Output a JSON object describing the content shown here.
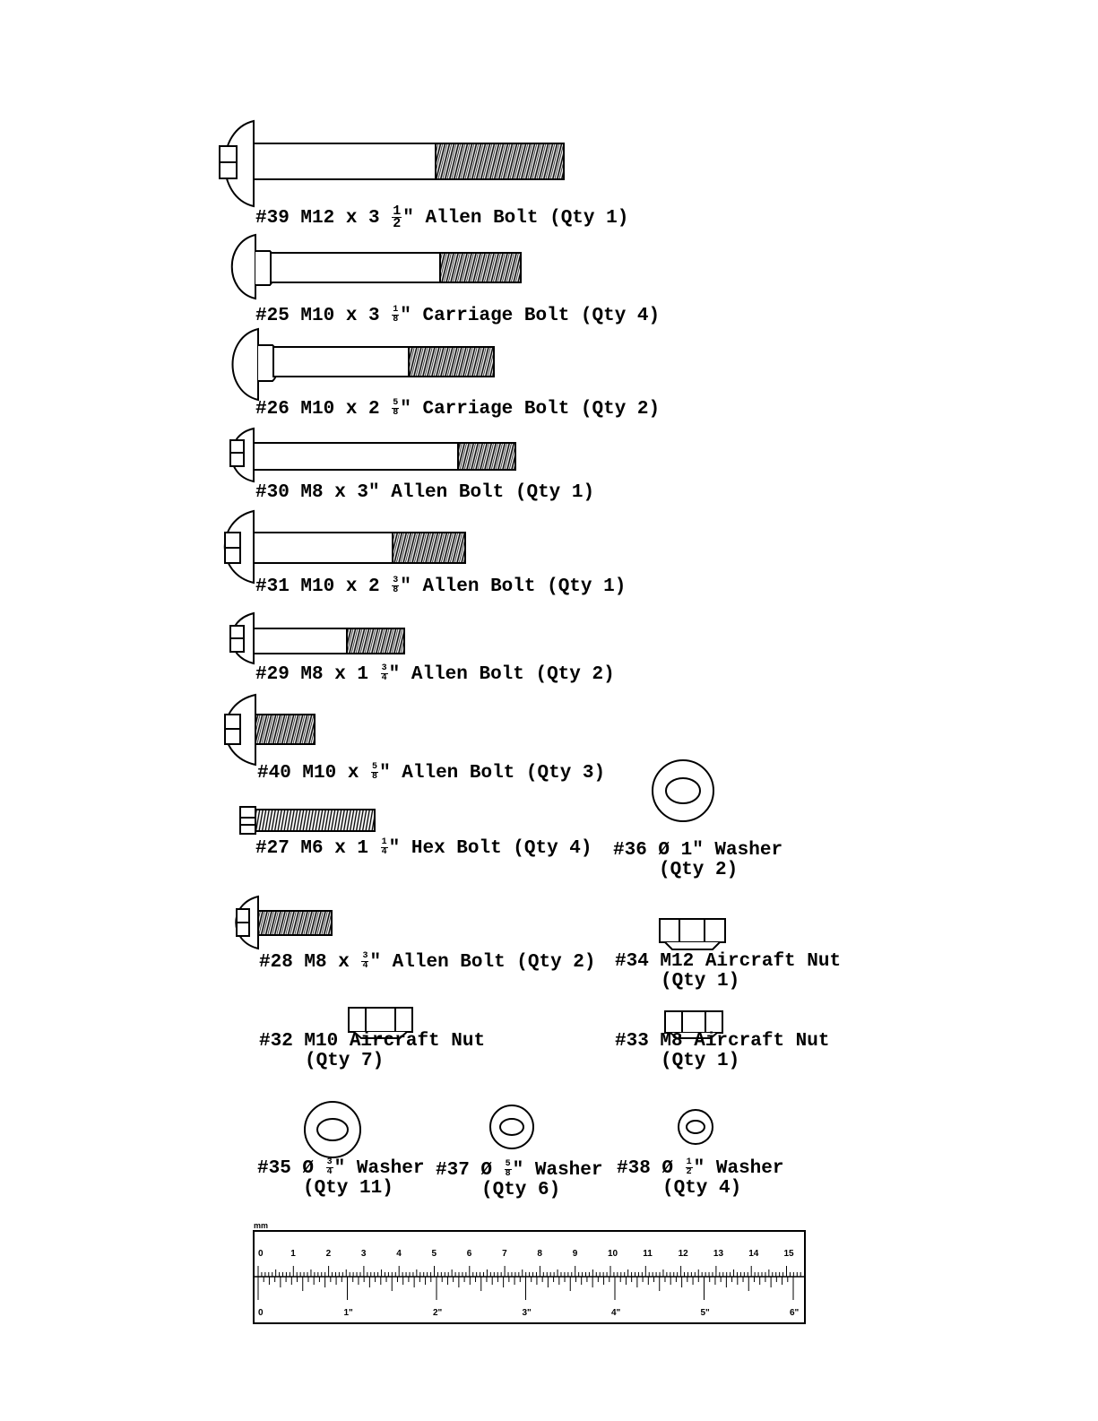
{
  "parts": [
    {
      "id": "p39",
      "num": "#39",
      "pre": "M12 x 3 ",
      "fn": "1",
      "fd": "2",
      "post": "\" Allen Bolt (Qty 1)"
    },
    {
      "id": "p25",
      "num": "#25",
      "pre": "M10 x 3 ",
      "fn": "1",
      "fd": "8",
      "post": "\" Carriage Bolt (Qty 4)"
    },
    {
      "id": "p26",
      "num": "#26",
      "pre": "M10 x 2 ",
      "fn": "5",
      "fd": "8",
      "post": "\" Carriage Bolt (Qty 2)"
    },
    {
      "id": "p30",
      "num": "#30",
      "pre": "M8 x 3\" Allen Bolt (Qty 1)",
      "fn": "",
      "fd": "",
      "post": ""
    },
    {
      "id": "p31",
      "num": "#31",
      "pre": "M10 x 2 ",
      "fn": "3",
      "fd": "8",
      "post": "\" Allen Bolt (Qty 1)"
    },
    {
      "id": "p29",
      "num": "#29",
      "pre": "M8 x 1 ",
      "fn": "3",
      "fd": "4",
      "post": "\" Allen Bolt (Qty 2)"
    },
    {
      "id": "p40",
      "num": "#40",
      "pre": "M10 x ",
      "fn": "5",
      "fd": "8",
      "post": "\" Allen Bolt (Qty 3)"
    },
    {
      "id": "p27",
      "num": "#27",
      "pre": "M6 x 1 ",
      "fn": "1",
      "fd": "4",
      "post": "\" Hex Bolt (Qty 4)"
    },
    {
      "id": "p28",
      "num": "#28",
      "pre": "M8 x ",
      "fn": "3",
      "fd": "4",
      "post": "\" Allen Bolt (Qty 2)"
    },
    {
      "id": "p36",
      "num": "#36",
      "pre": "Ø 1\" Washer",
      "fn": "",
      "fd": "",
      "post": "",
      "qty": "(Qty 2)"
    },
    {
      "id": "p34",
      "num": "#34",
      "pre": "M12 Aircraft Nut",
      "fn": "",
      "fd": "",
      "post": "",
      "qty": "(Qty 1)"
    },
    {
      "id": "p32",
      "num": "#32",
      "pre": "M10 Aircraft Nut",
      "fn": "",
      "fd": "",
      "post": "",
      "qty": "(Qty 7)"
    },
    {
      "id": "p33",
      "num": "#33",
      "pre": "M8 Aircraft Nut",
      "fn": "",
      "fd": "",
      "post": "",
      "qty": "(Qty 1)"
    },
    {
      "id": "p35",
      "num": "#35",
      "pre": "Ø ",
      "fn": "3",
      "fd": "4",
      "post": "\" Washer",
      "qty": "(Qty 11)"
    },
    {
      "id": "p37",
      "num": "#37",
      "pre": "Ø ",
      "fn": "5",
      "fd": "8",
      "post": "\" Washer",
      "qty": "(Qty 6)"
    },
    {
      "id": "p38",
      "num": "#38",
      "pre": "Ø ",
      "fn": "1",
      "fd": "2",
      "post": "\" Washer",
      "qty": "(Qty 4)"
    }
  ],
  "ruler": {
    "mm_label": "mm",
    "cm_labels": [
      "0",
      "1",
      "2",
      "3",
      "4",
      "5",
      "6",
      "7",
      "8",
      "9",
      "10",
      "11",
      "12",
      "13",
      "14",
      "15"
    ],
    "inch_labels": [
      "0",
      "1\"",
      "2\"",
      "3\"",
      "4\"",
      "5\"",
      "6\""
    ]
  }
}
